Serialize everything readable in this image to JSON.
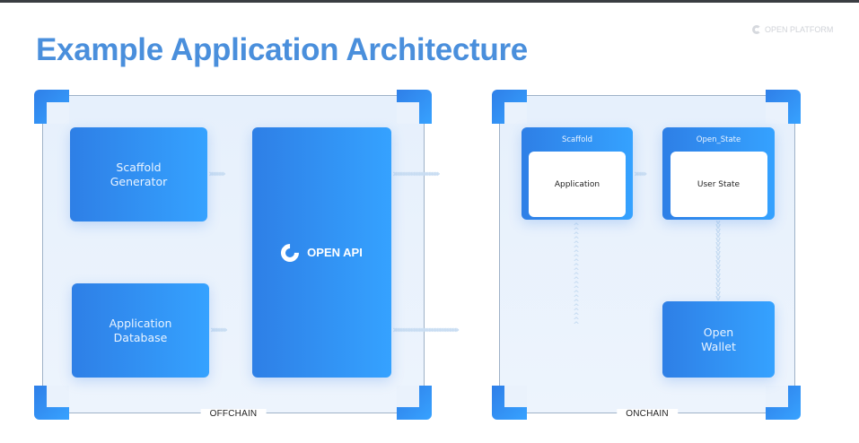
{
  "title": "Example Application Architecture",
  "brand": {
    "label": "OPEN PLATFORM",
    "icon": "open-platform-logo-icon"
  },
  "zones": {
    "offchain": {
      "label": "OFFCHAIN"
    },
    "onchain": {
      "label": "ONCHAIN"
    }
  },
  "nodes": {
    "scaffold_generator": {
      "line1": "Scaffold",
      "line2": "Generator"
    },
    "application_database": {
      "line1": "Application",
      "line2": "Database"
    },
    "open_api": {
      "label": "OPEN API",
      "icon": "open-api-logo-icon"
    },
    "scaffold": {
      "header": "Scaffold",
      "inner": "Application"
    },
    "open_state": {
      "header": "Open_State",
      "inner": "User State"
    },
    "open_wallet": {
      "line1": "Open",
      "line2": "Wallet"
    }
  },
  "edges": [
    {
      "from": "Scaffold Generator",
      "to": "OPEN API"
    },
    {
      "from": "Application Database",
      "to": "OPEN API"
    },
    {
      "from": "OPEN API",
      "to": "Application"
    },
    {
      "from": "OPEN API",
      "to": "Application"
    },
    {
      "from": "Application",
      "to": "User State"
    },
    {
      "from": "User State",
      "to": "Open Wallet"
    }
  ],
  "colors": {
    "accent": "#4a8fdc",
    "box_start": "#2e7fe6",
    "box_end": "#35a2ff",
    "connector": "#c7dcf2"
  }
}
